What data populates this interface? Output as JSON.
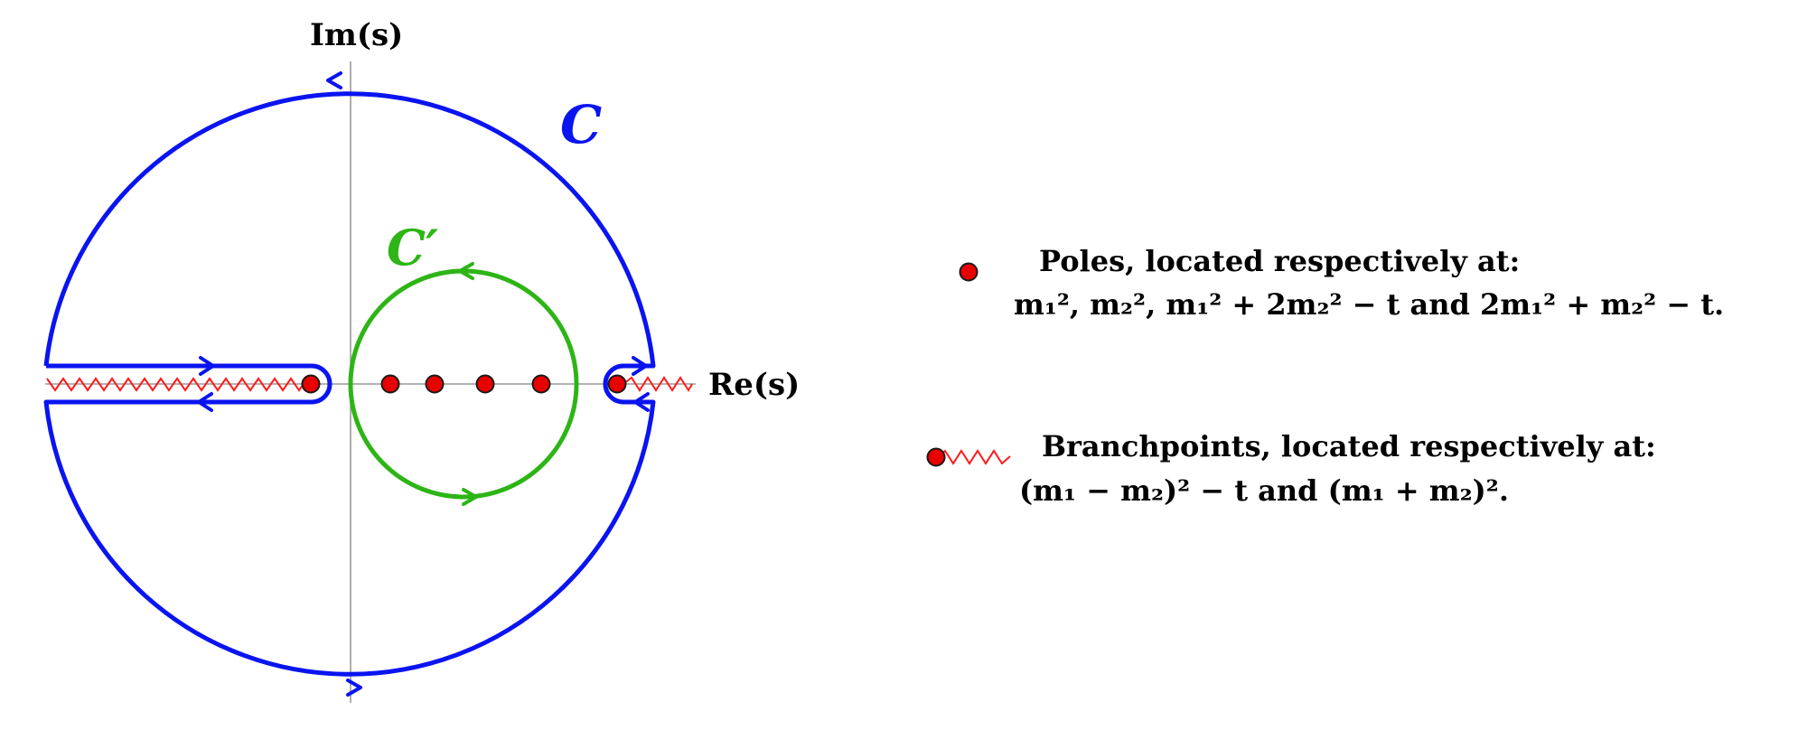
{
  "axes": {
    "imag_label": "Im(s)",
    "real_label": "Re(s)"
  },
  "contours": {
    "outer": {
      "label": "C",
      "color": "#0a14f0"
    },
    "inner": {
      "label": "C′",
      "color": "#2db516"
    }
  },
  "markers": {
    "pole_fill": "#e80000",
    "cut_color": "#ff1a1a",
    "axis_color": "#9a9a9a"
  },
  "legend": {
    "poles": {
      "title": "Poles, located respectively at:",
      "formula": "m₁², m₂², m₁² + 2m₂² − t and 2m₁² + m₂² − t."
    },
    "branchpoints": {
      "title": "Branchpoints, located respectively at:",
      "formula": "(m₁ − m₂)² − t and (m₁ + m₂)²."
    }
  }
}
